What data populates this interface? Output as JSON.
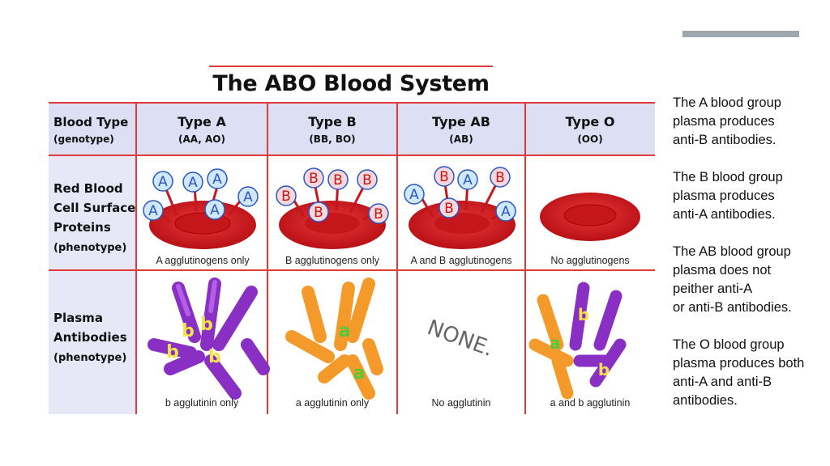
{
  "slide": {
    "title": "The ABO Blood System"
  },
  "table": {
    "header": {
      "row_label_line1": "Blood Type",
      "row_label_line2": "(genotype)",
      "columns": [
        {
          "type": "Type A",
          "genotype": "(AA, AO)"
        },
        {
          "type": "Type B",
          "genotype": "(BB, BO)"
        },
        {
          "type": "Type AB",
          "genotype": "(AB)"
        },
        {
          "type": "Type O",
          "genotype": "(OO)"
        }
      ]
    },
    "rbc_row": {
      "label_line1": "Red Blood",
      "label_line2": "Cell Surface",
      "label_line3": "Proteins",
      "label_line4": "(phenotype)",
      "antigen_a_letter": "A",
      "antigen_b_letter": "B",
      "captions": [
        "A agglutinogens only",
        "B agglutinogens only",
        "A and B agglutinogens",
        "No agglutinogens"
      ]
    },
    "plasma_row": {
      "label_line1": "Plasma",
      "label_line2": "Antibodies",
      "label_line3": "(phenotype)",
      "antibody_b_letter": "b",
      "antibody_a_letter": "a",
      "none_text": "NONE.",
      "captions": [
        "b agglutinin only",
        "a agglutinin only",
        "No agglutinin",
        "a and b agglutinin"
      ]
    }
  },
  "notes": [
    {
      "lines": [
        "The A blood group",
        "plasma produces",
        "anti-B antibodies."
      ]
    },
    {
      "lines": [
        "The B blood group",
        "plasma produces",
        "anti-A antibodies."
      ]
    },
    {
      "lines": [
        "The AB blood group",
        "plasma does not",
        "peither anti-A",
        "or anti-B antibodies."
      ]
    },
    {
      "lines": [
        "The O blood group",
        "plasma produces both",
        "anti-A and anti-B",
        "antibodies."
      ]
    }
  ],
  "colors": {
    "grid_red": "#e23a3a",
    "header_bg": "#dde0f4",
    "label_bg": "#e6e7f7",
    "cell_red": "#d4141a",
    "antigen_blue": "#2a56c6",
    "antigen_fill": "#cfe9fb",
    "antigen_b_fill": "#f5d8dc",
    "antibody_purple": "#8a2fc4",
    "antibody_orange": "#f39a2a",
    "letter_yellow": "#f2e34a",
    "letter_green": "#55c83a",
    "accent_gray": "#9ea7ad"
  }
}
